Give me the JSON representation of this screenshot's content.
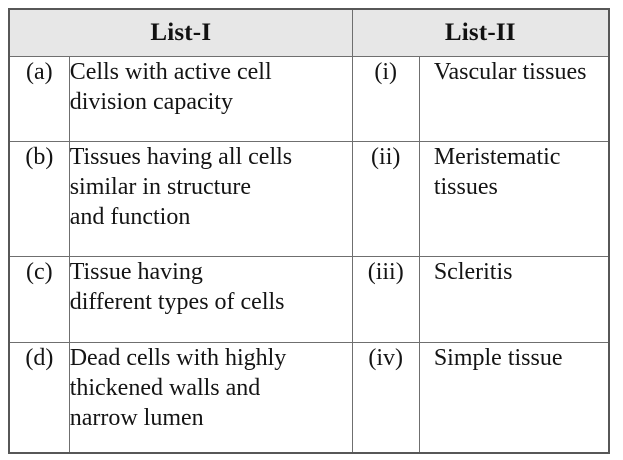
{
  "table": {
    "headers": [
      {
        "label": "List-I"
      },
      {
        "label": "List-II"
      }
    ],
    "rows": [
      {
        "left_label": "(a)",
        "left_lines": [
          "Cells with active cell",
          "division capacity"
        ],
        "right_label": "(i)",
        "right_lines": [
          "Vascular tissues"
        ]
      },
      {
        "left_label": "(b)",
        "left_lines": [
          "Tissues having all cells",
          "similar in structure",
          "and function"
        ],
        "right_label": "(ii)",
        "right_lines": [
          "Meristematic",
          "tissues"
        ]
      },
      {
        "left_label": "(c)",
        "left_lines": [
          "Tissue having",
          "different types of cells"
        ],
        "right_label": "(iii)",
        "right_lines": [
          "Scleritis"
        ]
      },
      {
        "left_label": "(d)",
        "left_lines": [
          "Dead cells with highly",
          "thickened walls and",
          "narrow lumen"
        ],
        "right_label": "(iv)",
        "right_lines": [
          "Simple tissue"
        ]
      }
    ]
  },
  "colors": {
    "header_background": "#e7e7e7",
    "outer_border": "#575757",
    "inner_border": "#6f6f6f",
    "text": "#141414",
    "page_background": "#ffffff"
  }
}
